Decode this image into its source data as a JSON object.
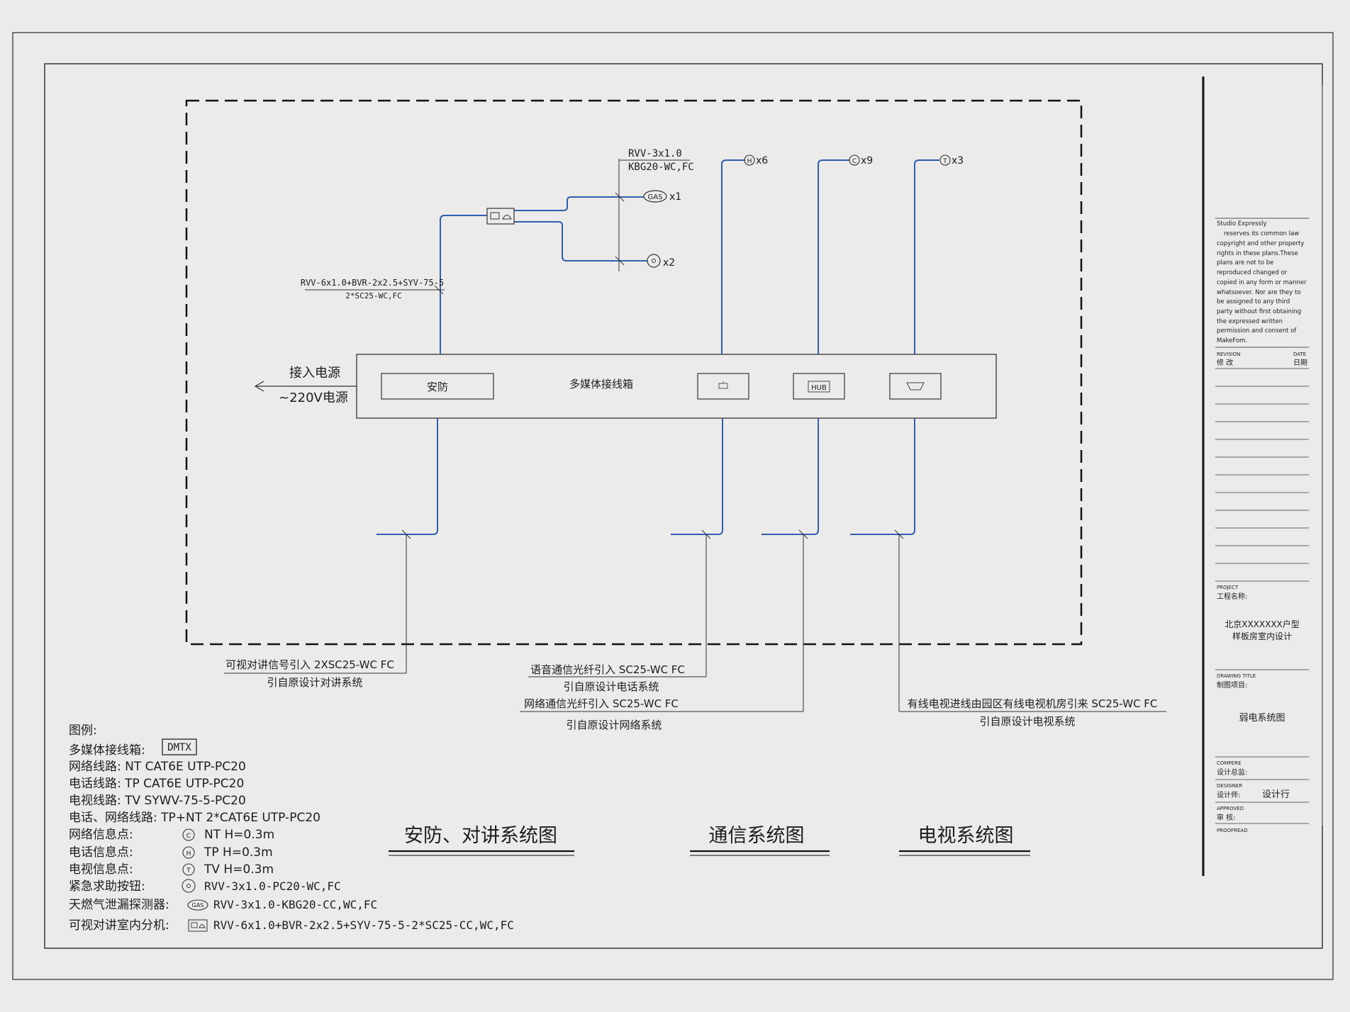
{
  "diagram": {
    "sources": {
      "power_label": "接入电源",
      "power_voltage": "~220V电源"
    },
    "box": {
      "label": "多媒体接线箱",
      "security_module": "安防",
      "hub_module": "HUB"
    },
    "top_wiring": {
      "main_cable_line1": "RVV-6x1.0+BVR-2x2.5+SYV-75-5",
      "main_cable_line2": "2*SC25-WC,FC",
      "alarm_cable_line1": "RVV-3x1.0",
      "alarm_cable_line2": "KBG20-WC,FC",
      "gas_symbol": "GAS",
      "gas_count": "x1",
      "alarm_count": "x2",
      "tp_symbol": "H",
      "tp_count": "x6",
      "nt_symbol": "C",
      "nt_count": "x9",
      "tv_symbol": "T",
      "tv_count": "x3"
    },
    "bottom_notes": {
      "intercom_line1": "可视对讲信号引入 2XSC25-WC FC",
      "intercom_line2": "引自原设计对讲系统",
      "voice_line1": "语音通信光纤引入 SC25-WC FC",
      "voice_line2": "引自原设计电话系统",
      "net_line1": "网络通信光纤引入 SC25-WC FC",
      "net_line2": "引自原设计网络系统",
      "tv_line1": "有线电视进线由园区有线电视机房引来 SC25-WC FC",
      "tv_line2": "引自原设计电视系统"
    }
  },
  "legend": {
    "title": "图例:",
    "box_label": "多媒体接线箱:",
    "box_code": "DMTX",
    "rows": [
      "网络线路:  NT  CAT6E UTP-PC20",
      "电话线路:  TP  CAT6E UTP-PC20",
      "电视线路:  TV  SYWV-75-5-PC20",
      "电话、网络线路: TP+NT  2*CAT6E UTP-PC20"
    ],
    "points": [
      {
        "label": "网络信息点:",
        "symbol": "C",
        "text": "NT  H=0.3m"
      },
      {
        "label": "电话信息点:",
        "symbol": "H",
        "text": "TP  H=0.3m"
      },
      {
        "label": "电视信息点:",
        "symbol": "T",
        "text": "TV  H=0.3m"
      },
      {
        "label": "紧急求助按钮:",
        "symbol": "",
        "text": "RVV-3x1.0-PC20-WC,FC"
      }
    ],
    "gas_label": "天燃气泄漏探测器:",
    "gas_symbol": "GAS",
    "gas_text": "RVV-3x1.0-KBG20-CC,WC,FC",
    "intercom_label": "可视对讲室内分机:",
    "intercom_text": "RVV-6x1.0+BVR-2x2.5+SYV-75-5-2*SC25-CC,WC,FC"
  },
  "titles": {
    "security": "安防、对讲系统图",
    "comm": "通信系统图",
    "tv": "电视系统图"
  },
  "title_block": {
    "copyright": [
      "Studio Expressly",
      "reserves its common law",
      "copyright and other property",
      "rights in these plans.These",
      "plans are not to be",
      "reproduced changed or",
      "copied in any form or manner",
      "whatsoever. Nor are they to",
      "be assigned to any third",
      "party without first obtaining",
      "the expressed written",
      "permission and consent of",
      "MakeFom."
    ],
    "revision_en": "REVISION",
    "revision_cn": "修 改",
    "date_en": "DATE",
    "date_cn": "日期",
    "project_en": "PROJECT",
    "project_cn": "工程名称:",
    "project_line1": "北京XXXXXXX户型",
    "project_line2": "样板房室内设计",
    "drawing_title_en": "DRAWING TITLE",
    "drawing_title_cn": "制图项目:",
    "drawing_title": "弱电系统图",
    "compere_en": "COMPERE",
    "compere_cn": "设计总监:",
    "designer_en": "DESIGNER",
    "designer_cn": "设计师:",
    "designer_value": "设计行",
    "approved_en": "APPROVED",
    "approved_cn": "审 核:",
    "proofread_en": "PROOFREAD"
  },
  "colors": {
    "wire": "#2f5fb0",
    "ink": "#1d1d1d",
    "paper": "#ecebea"
  }
}
